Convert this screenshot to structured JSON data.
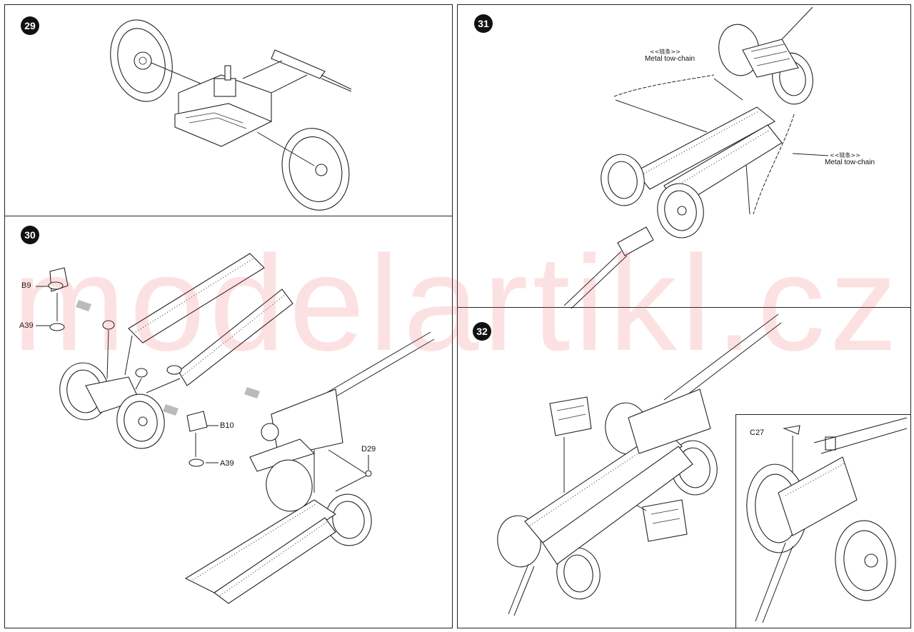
{
  "steps": {
    "s29": "29",
    "s30": "30",
    "s31": "31",
    "s32": "32"
  },
  "labels": {
    "b9": "B9",
    "a39_top": "A39",
    "b10": "B10",
    "a39_bottom": "A39",
    "d29": "D29",
    "chain_cn_1": "<<链条>>",
    "chain_en_1": "Metal tow-chain",
    "chain_cn_2": "<<链条>>",
    "chain_en_2": "Metal tow-chain",
    "c27": "C27"
  },
  "watermark": "modelartikl.cz",
  "colors": {
    "line": "#222222",
    "watermark": "#ec4650"
  }
}
